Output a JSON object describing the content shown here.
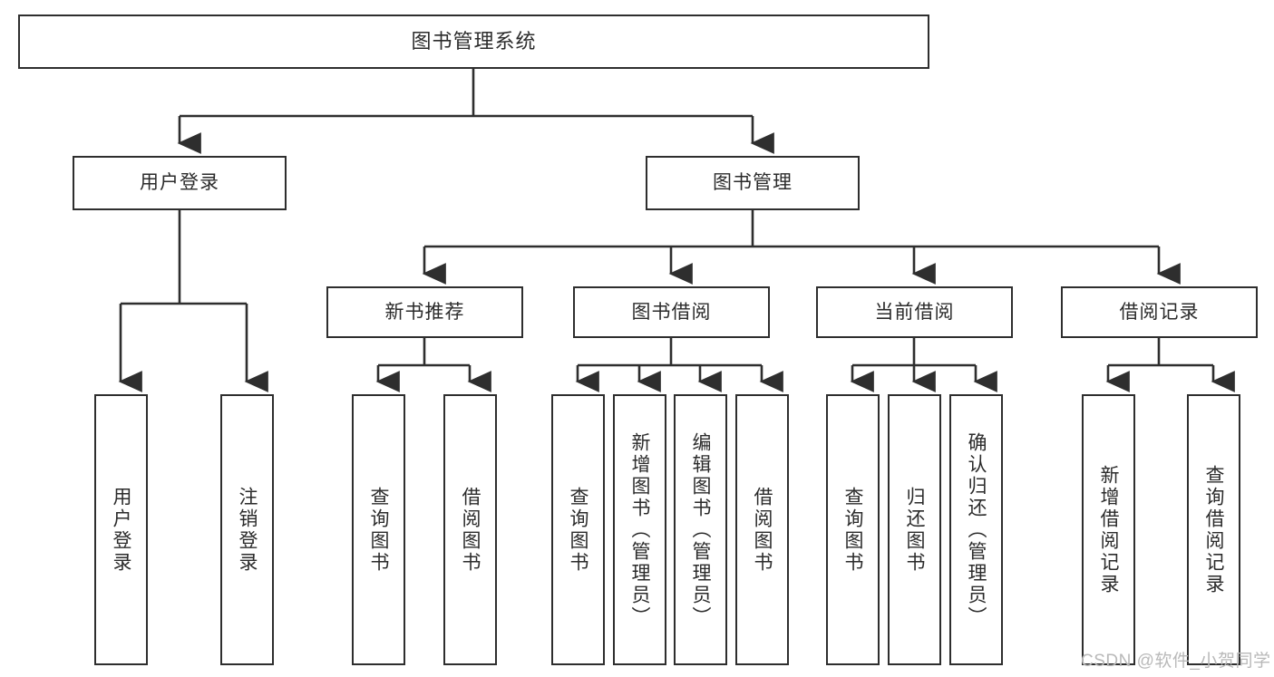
{
  "diagram": {
    "type": "tree-hierarchy-chart",
    "title": "图书管理系统",
    "watermark": "CSDN @软件_小贺同学",
    "colors": {
      "box_border": "#2e2e2e",
      "box_fill": "#ffffff",
      "connector": "#2e2e2e",
      "text": "#2b2b2b",
      "watermark": "#b9b9b9",
      "background": "#ffffff"
    },
    "nodes": {
      "root": {
        "label": "图书管理系统"
      },
      "level1": [
        {
          "id": "user-login",
          "label": "用户登录"
        },
        {
          "id": "book-manage",
          "label": "图书管理"
        }
      ],
      "level2": [
        {
          "id": "new-book-recommend",
          "label": "新书推荐",
          "parent": "book-manage"
        },
        {
          "id": "book-borrow",
          "label": "图书借阅",
          "parent": "book-manage"
        },
        {
          "id": "current-borrow",
          "label": "当前借阅",
          "parent": "book-manage"
        },
        {
          "id": "borrow-record",
          "label": "借阅记录",
          "parent": "book-manage"
        }
      ],
      "leaves": {
        "user-login": [
          {
            "id": "leaf-user-login",
            "label": "用户登录"
          },
          {
            "id": "leaf-logout-login",
            "label": "注销登录"
          }
        ],
        "new-book-recommend": [
          {
            "id": "leaf-query-book-1",
            "label": "查询图书"
          },
          {
            "id": "leaf-borrow-book-1",
            "label": "借阅图书"
          }
        ],
        "book-borrow": [
          {
            "id": "leaf-query-book-2",
            "label": "查询图书"
          },
          {
            "id": "leaf-add-book",
            "label": "新增图书（管理员）"
          },
          {
            "id": "leaf-edit-book",
            "label": "编辑图书（管理员）"
          },
          {
            "id": "leaf-borrow-book-2",
            "label": "借阅图书"
          }
        ],
        "current-borrow": [
          {
            "id": "leaf-query-book-3",
            "label": "查询图书"
          },
          {
            "id": "leaf-return-book",
            "label": "归还图书"
          },
          {
            "id": "leaf-confirm-return",
            "label": "确认归还（管理员）"
          }
        ],
        "borrow-record": [
          {
            "id": "leaf-add-record",
            "label": "新增借阅记录"
          },
          {
            "id": "leaf-query-record",
            "label": "查询借阅记录"
          }
        ]
      }
    }
  }
}
